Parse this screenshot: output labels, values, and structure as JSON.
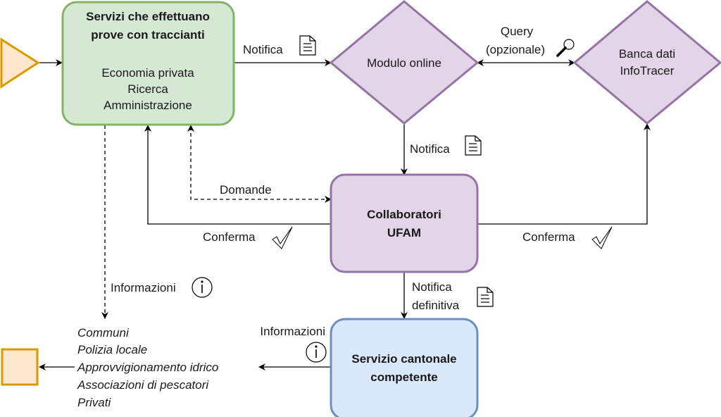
{
  "colors": {
    "green_fill": "#d5e8d4",
    "green_stroke": "#82b366",
    "purple_fill": "#e1d5e7",
    "purple_stroke": "#9673a6",
    "blue_fill": "#dae8fc",
    "blue_stroke": "#6c8ebf",
    "orange_fill": "#ffe6cc",
    "orange_stroke": "#d79b00",
    "line": "#000000"
  },
  "nodes": {
    "servizi": {
      "title_line1": "Servizi che effettuano",
      "title_line2": "prove con traccianti",
      "items": [
        "Economia privata",
        "Ricerca",
        "Amministrazione"
      ]
    },
    "modulo": {
      "label": "Modulo online"
    },
    "banca": {
      "line1": "Banca dati",
      "line2": "InfoTracer"
    },
    "collaboratori": {
      "line1": "Collaboratori",
      "line2": "UFAM"
    },
    "servizio_cantonale": {
      "line1": "Servizio cantonale",
      "line2": "competente"
    },
    "recipients": [
      "Communi",
      "Polizia locale",
      "Approvvigionamento idrico",
      "Associazioni di pescatori",
      "Privati"
    ]
  },
  "edges": {
    "notifica_top": "Notifica",
    "query_line1": "Query",
    "query_line2": "(opzionale)",
    "notifica_mid": "Notifica",
    "domande": "Domande",
    "conferma_left": "Conferma",
    "conferma_right": "Conferma",
    "informazioni_left": "Informazioni",
    "notifica_def_line1": "Notifica",
    "notifica_def_line2": "definitiva",
    "informazioni_bottom": "Informazioni"
  },
  "icons": {
    "document": "document-icon",
    "search": "magnifier-icon",
    "check": "checkmark-icon",
    "info": "info-icon"
  }
}
